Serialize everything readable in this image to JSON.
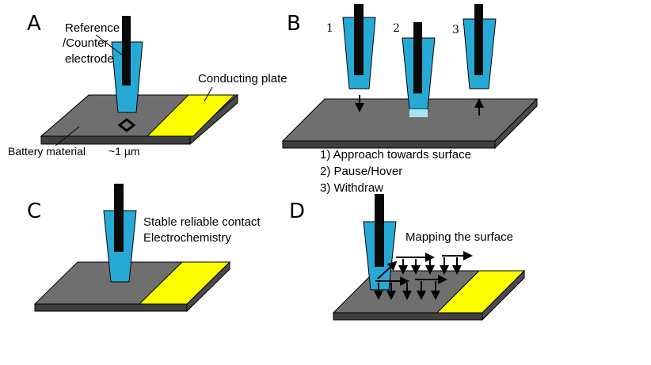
{
  "colors": {
    "plate_top": "#6f6f6f",
    "plate_side": "#3f3f3f",
    "conducting": "#ffff00",
    "pipette": "#27a9d6",
    "electrode": "#0a0a0a",
    "meniscus": "#a9e2f3"
  },
  "panel_a": {
    "letter": "A",
    "electrode_label_line1": "Reference",
    "electrode_label_line2": "/Counter",
    "electrode_label_line3": "electrode",
    "conducting_label": "Conducting plate",
    "battery_label": "Battery material",
    "thickness_label": "~1 µm"
  },
  "panel_b": {
    "letter": "B",
    "step_numbers": [
      "1",
      "2",
      "3"
    ],
    "steps": [
      "1)   Approach towards surface",
      "2)   Pause/Hover",
      "3)   Withdraw"
    ]
  },
  "panel_c": {
    "letter": "C",
    "line1": "Stable reliable contact",
    "line2": "Electrochemistry"
  },
  "panel_d": {
    "letter": "D",
    "label": "Mapping the surface"
  }
}
